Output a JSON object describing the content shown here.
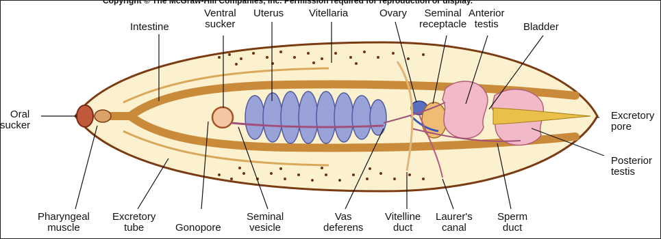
{
  "copyright": "Copyright © The McGraw-Hill Companies, Inc. Permission required for reproduction or display.",
  "labels": {
    "oral_sucker": [
      "Oral",
      "sucker"
    ],
    "intestine": [
      "Intestine"
    ],
    "ventral_sucker": [
      "Ventral",
      "sucker"
    ],
    "uterus": [
      "Uterus"
    ],
    "vitellaria": [
      "Vitellaria"
    ],
    "ovary": [
      "Ovary"
    ],
    "seminal_receptacle": [
      "Seminal",
      "receptacle"
    ],
    "anterior_testis": [
      "Anterior",
      "testis"
    ],
    "bladder": [
      "Bladder"
    ],
    "excretory_pore": [
      "Excretory",
      "pore"
    ],
    "posterior_testis": [
      "Posterior",
      "testis"
    ],
    "pharyngeal_muscle": [
      "Pharyngeal",
      "muscle"
    ],
    "excretory_tube": [
      "Excretory",
      "tube"
    ],
    "gonopore": [
      "Gonopore"
    ],
    "seminal_vesicle": [
      "Seminal",
      "vesicle"
    ],
    "vas_deferens": [
      "Vas",
      "deferens"
    ],
    "vitelline_duct": [
      "Vitelline",
      "duct"
    ],
    "laurers_canal": [
      "Laurer's",
      "canal"
    ],
    "sperm_duct": [
      "Sperm",
      "duct"
    ]
  },
  "colors": {
    "body_fill": "#fbf1cf",
    "body_outline": "#7a3b12",
    "intestine": "#c98a3a",
    "uterus": "#9aa3d8",
    "testis": "#f2b9c8",
    "vitellaria": "#6b3410",
    "bladder": "#e9c04a"
  }
}
